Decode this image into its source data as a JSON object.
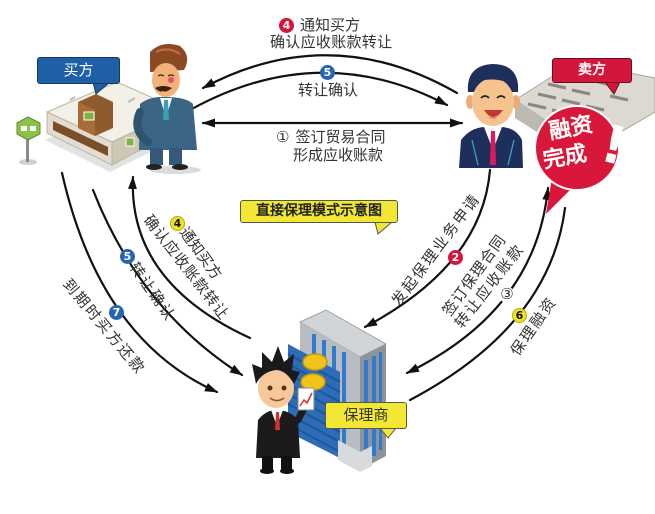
{
  "title": "直接保理模式示意图",
  "parties": {
    "buyer": "买方",
    "seller": "卖方",
    "factor": "保理商"
  },
  "financing_badge": {
    "line1": "融资",
    "line2": "完成",
    "mark": "!"
  },
  "flows": {
    "top_notify": {
      "step": "4",
      "lines": [
        "通知买方",
        "确认应收账款转让"
      ]
    },
    "top_confirm": {
      "step": "5",
      "lines": [
        "转让确认"
      ]
    },
    "top_trade": {
      "step": "①",
      "lines": [
        "签订贸易合同",
        "形成应收账款"
      ]
    },
    "left_notify": {
      "step": "4",
      "lines": [
        "通知买方",
        "确认应收账款转让"
      ]
    },
    "left_confirm": {
      "step": "5",
      "lines": [
        "转让确认"
      ]
    },
    "left_repay": {
      "step": "7",
      "lines": [
        "到期时买方还款"
      ]
    },
    "right_apply": {
      "step": "2",
      "lines": [
        "发起保理业务申请"
      ]
    },
    "right_contract": {
      "step": "③",
      "lines": [
        "签订保理合同",
        "转让应收账款"
      ]
    },
    "right_finance": {
      "step": "6",
      "lines": [
        "保理融资"
      ]
    }
  },
  "colors": {
    "badge-red": "#d4163c",
    "badge-blue": "#2466b0",
    "badge-yellow": "#f2e31f",
    "buyer-tag": "#1f5fa6",
    "seller-tag": "#d4163c",
    "title-tag": "#f2e833",
    "financing": "#d9173a"
  }
}
